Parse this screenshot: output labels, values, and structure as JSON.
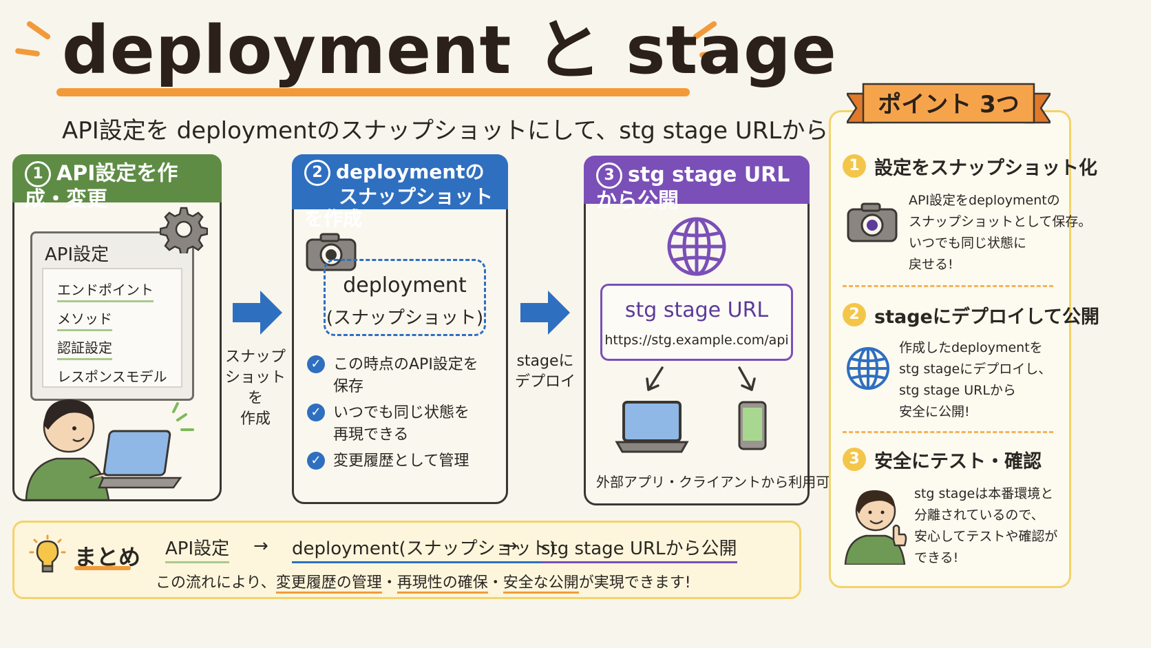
{
  "title": "deployment と stage",
  "subtitle": "API設定を deploymentのスナップショットにして、stg stage URLから公開する流れ",
  "steps": [
    {
      "num": "1",
      "header": "API設定を作成・変更",
      "card_title": "API設定",
      "items": [
        "エンドポイント",
        "メソッド",
        "認証設定",
        "レスポンスモデル"
      ]
    },
    {
      "num": "2",
      "header_line1": "deploymentの",
      "header_line2": "スナップショットを作成",
      "box_title": "deployment",
      "box_sub": "(スナップショット)",
      "checks": [
        {
          "line1": "この時点のAPI設定を",
          "line2": "保存"
        },
        {
          "line1": "いつでも同じ状態を",
          "line2": "再現できる"
        },
        {
          "line1": "変更履歴として管理",
          "line2": ""
        }
      ]
    },
    {
      "num": "3",
      "header": "stg stage URLから公開",
      "url_title": "stg stage URL",
      "url": "https://stg.example.com/api",
      "footer": "外部アプリ・クライアントから利用可能!"
    }
  ],
  "arrows": [
    {
      "line1": "スナップ",
      "line2": "ショットを",
      "line3": "作成"
    },
    {
      "line1": "stageに",
      "line2": "デプロイ"
    }
  ],
  "summary": {
    "label": "まとめ",
    "flow": [
      "API設定",
      "→",
      "deployment(スナップショット)",
      "→",
      "stg stage URLから公開"
    ],
    "note_pre": "この流れにより、",
    "note_h1": "変更履歴の管理",
    "sep": "・",
    "note_h2": "再現性の確保",
    "note_h3": "安全な公開",
    "note_post": "が実現できます!"
  },
  "points": {
    "title": "ポイント 3つ",
    "items": [
      {
        "num": "1",
        "head": "設定をスナップショット化",
        "body": [
          "API設定をdeploymentの",
          "スナップショットとして保存。",
          "いつでも同じ状態に",
          "戻せる!"
        ]
      },
      {
        "num": "2",
        "head": "stageにデプロイして公開",
        "body": [
          "作成したdeploymentを",
          "stg stageにデプロイし、",
          "stg stage URLから",
          "安全に公開!"
        ]
      },
      {
        "num": "3",
        "head": "安全にテスト・確認",
        "body": [
          "stg stageは本番環境と",
          "分離されているので、",
          "安心してテストや確認が",
          "できる!"
        ]
      }
    ]
  },
  "colors": {
    "green": "#5e8c45",
    "blue": "#2f6fc0",
    "purple": "#7a4fb8",
    "orange": "#f29a3a",
    "yellow": "#f3d36a"
  },
  "icons": [
    "gear-icon",
    "camera-icon",
    "globe-icon",
    "laptop-icon",
    "smartphone-icon",
    "lightbulb-icon",
    "check-icon",
    "arrow-right-icon"
  ]
}
